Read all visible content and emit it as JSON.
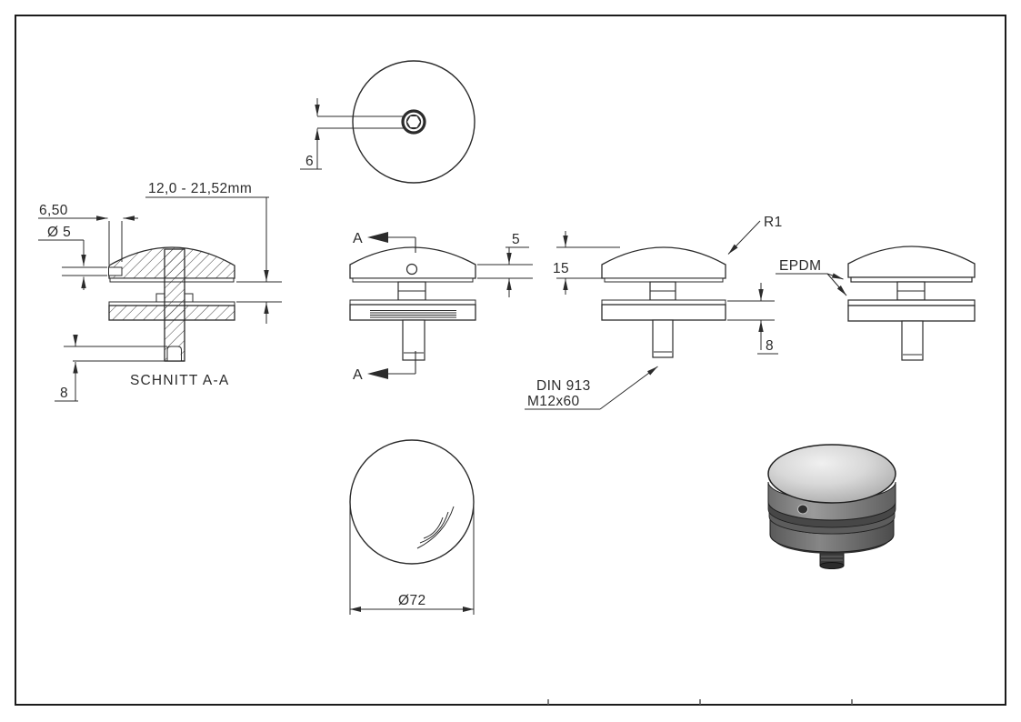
{
  "drawing": {
    "frame_color": "#1c1c1c",
    "line_color": "#2b2b2b",
    "labels": {
      "section": {
        "caption": "SCHNITT A-A",
        "glass_range": "12,0 - 21,52mm",
        "hole_depth": "6,50",
        "hole_dia": "Ø 5",
        "socket_depth": "8"
      },
      "top_view": {
        "hole_offset": "6"
      },
      "front_view": {
        "cut_letter_top": "A",
        "cut_letter_bottom": "A",
        "rim_height": "5"
      },
      "side_view": {
        "radius": "R1",
        "cap_height": "15",
        "disc_height": "8",
        "screw_norm": "DIN 913",
        "screw_size": "M12x60"
      },
      "material_view": {
        "gasket": "EPDM"
      },
      "bottom_view": {
        "diameter": "Ø72"
      }
    },
    "render_colors": {
      "dome_light": "#ececec",
      "dome_dark": "#a3a3a3",
      "band_mid": "#8f8f8f",
      "band_dark": "#474747",
      "disc": "#6f6f6f",
      "stud": "#3a3a3a"
    }
  }
}
